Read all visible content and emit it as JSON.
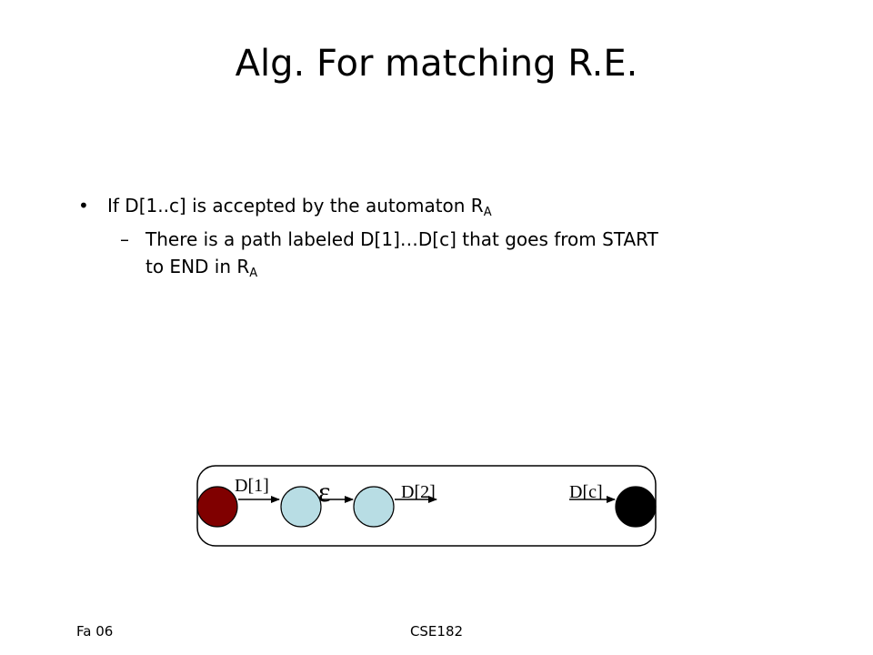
{
  "slide": {
    "title": "Alg. For matching R.E.",
    "bullet1": {
      "text": "If D[1..c] is accepted by the automaton R",
      "sub": "A"
    },
    "bullet2": {
      "line1": "There is a path labeled D[1]…D[c] that goes from START",
      "line2": "to END in R",
      "sub": "A"
    }
  },
  "diagram": {
    "labels": {
      "d1": "D[1]",
      "eps": "ε",
      "d2": "D[2]",
      "dc": "D[c]"
    },
    "colors": {
      "start": "#800000",
      "middle": "#b8dde4",
      "end": "#000000"
    }
  },
  "footer": {
    "left": "Fa 06",
    "center": "CSE182"
  }
}
